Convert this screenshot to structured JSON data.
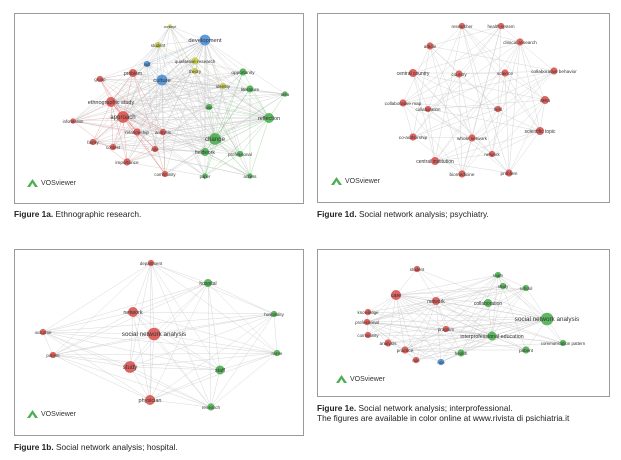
{
  "figures": [
    {
      "id": "1a",
      "fig_label": "Figure 1a.",
      "caption": "Ethnographic research.",
      "has_logo": true,
      "nodes": [
        {
          "t": "concept",
          "c": "y"
        },
        {
          "t": "student",
          "c": "y"
        },
        {
          "t": "development",
          "c": "b"
        },
        {
          "t": "qualitative research",
          "c": "y"
        },
        {
          "t": "theory",
          "c": "y"
        },
        {
          "t": "opportunity",
          "c": "g"
        },
        {
          "t": "problem",
          "c": "r"
        },
        {
          "t": "culture",
          "c": "b"
        },
        {
          "t": "literature",
          "c": "g"
        },
        {
          "t": "ethnographic study",
          "c": "r"
        },
        {
          "t": "area",
          "c": "g"
        },
        {
          "t": "use",
          "c": "g"
        },
        {
          "t": "approach",
          "c": "r"
        },
        {
          "t": "relationship",
          "c": "r"
        },
        {
          "t": "reflection",
          "c": "g"
        },
        {
          "t": "change",
          "c": "g"
        },
        {
          "t": "fieldwork",
          "c": "g"
        },
        {
          "t": "importance",
          "c": "r"
        },
        {
          "t": "community",
          "c": "r"
        },
        {
          "t": "paper",
          "c": "g"
        },
        {
          "t": "family",
          "c": "r"
        },
        {
          "t": "professional",
          "c": "g"
        },
        {
          "t": "analysis",
          "c": "r"
        },
        {
          "t": "role",
          "c": "r"
        },
        {
          "t": "access",
          "c": "g"
        },
        {
          "t": "identity",
          "c": "y"
        },
        {
          "t": "group",
          "c": "r"
        },
        {
          "t": "information",
          "c": "r"
        },
        {
          "t": "context",
          "c": "r"
        },
        {
          "t": "self",
          "c": "b"
        }
      ]
    },
    {
      "id": "1b",
      "fig_label": "Figure 1b.",
      "caption": "Social network analysis; hospital.",
      "has_logo": true,
      "nodes": [
        {
          "t": "department",
          "c": "r"
        },
        {
          "t": "hospital",
          "c": "g"
        },
        {
          "t": "network",
          "c": "r"
        },
        {
          "t": "social network analysis",
          "c": "r"
        },
        {
          "t": "hospitality",
          "c": "g"
        },
        {
          "t": "outcome",
          "c": "r"
        },
        {
          "t": "nurse",
          "c": "g"
        },
        {
          "t": "patient",
          "c": "r"
        },
        {
          "t": "staff",
          "c": "g"
        },
        {
          "t": "study",
          "c": "r"
        },
        {
          "t": "physician",
          "c": "r"
        },
        {
          "t": "research",
          "c": "g"
        }
      ]
    },
    {
      "id": "1d",
      "fig_label": "Figure 1d.",
      "caption": "Social network analysis; psychiatry.",
      "has_logo": true,
      "nodes": [
        {
          "t": "researcher",
          "c": "r"
        },
        {
          "t": "health system",
          "c": "r"
        },
        {
          "t": "clinical research",
          "c": "r"
        },
        {
          "t": "article",
          "c": "r"
        },
        {
          "t": "central country",
          "c": "r"
        },
        {
          "t": "collaborative behavior",
          "c": "r"
        },
        {
          "t": "science",
          "c": "r"
        },
        {
          "t": "collaborative map",
          "c": "r"
        },
        {
          "t": "area",
          "c": "r"
        },
        {
          "t": "co-authorship",
          "c": "r"
        },
        {
          "t": "scientific topic",
          "c": "r"
        },
        {
          "t": "whole network",
          "c": "r"
        },
        {
          "t": "central institution",
          "c": "r"
        },
        {
          "t": "biomedicine",
          "c": "r"
        },
        {
          "t": "problem",
          "c": "r"
        },
        {
          "t": "country",
          "c": "r"
        },
        {
          "t": "collaboration",
          "c": "r"
        },
        {
          "t": "field",
          "c": "r"
        },
        {
          "t": "network",
          "c": "r"
        }
      ]
    },
    {
      "id": "1e",
      "fig_label": "Figure 1e.",
      "caption": "Social network analysis; interprofessional.",
      "note": "The figures are available in color online at www.rivista di psichiatria.it",
      "has_logo": true,
      "nodes": [
        {
          "t": "social network analysis",
          "c": "g"
        },
        {
          "t": "collaboration",
          "c": "g"
        },
        {
          "t": "interprofessional education",
          "c": "g"
        },
        {
          "t": "network",
          "c": "r"
        },
        {
          "t": "care",
          "c": "r"
        },
        {
          "t": "student",
          "c": "r"
        },
        {
          "t": "professional",
          "c": "r"
        },
        {
          "t": "knowledge",
          "c": "r"
        },
        {
          "t": "community",
          "c": "r"
        },
        {
          "t": "practice",
          "c": "r"
        },
        {
          "t": "analysis",
          "c": "r"
        },
        {
          "t": "program",
          "c": "r"
        },
        {
          "t": "team",
          "c": "g"
        },
        {
          "t": "communication pattern",
          "c": "g"
        },
        {
          "t": "patient",
          "c": "g"
        },
        {
          "t": "health",
          "c": "g"
        },
        {
          "t": "role",
          "c": "b"
        },
        {
          "t": "study",
          "c": "g"
        },
        {
          "t": "role",
          "c": "r"
        },
        {
          "t": "school",
          "c": "g"
        }
      ]
    }
  ],
  "logo_text": "VOSviewer",
  "palette": {
    "r": "#d9534f",
    "g": "#4caf50",
    "b": "#4a90d9",
    "y": "#c9c94a",
    "edge": "#c8c8c8"
  }
}
